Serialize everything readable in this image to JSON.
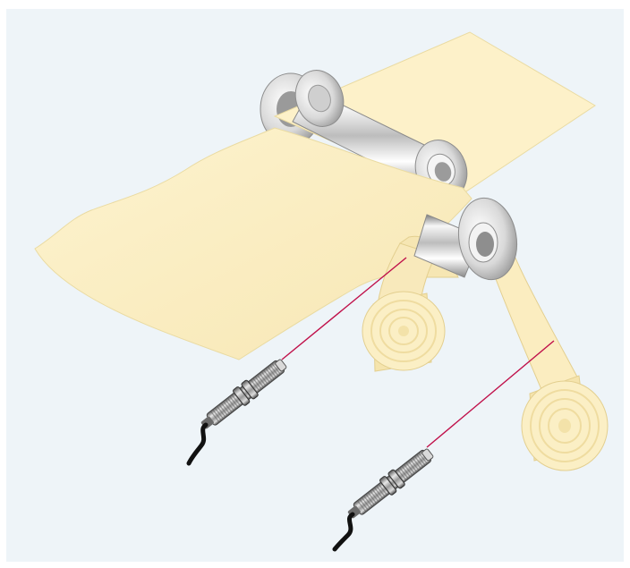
{
  "scene": {
    "background": "#eef4f8",
    "film_color": "#fdf1c9",
    "film_edge": "#e8d598",
    "laser_color": "#c0104a",
    "metal_light": "#f4f4f4",
    "metal_dark": "#8c8c8c",
    "cable_color": "#111111"
  },
  "components": [
    "film-web",
    "guide-roller-upper",
    "guide-roller-lower",
    "winding-roll-left",
    "winding-roll-right",
    "laser-sensor-left",
    "laser-sensor-right",
    "laser-beam-left",
    "laser-beam-right"
  ]
}
